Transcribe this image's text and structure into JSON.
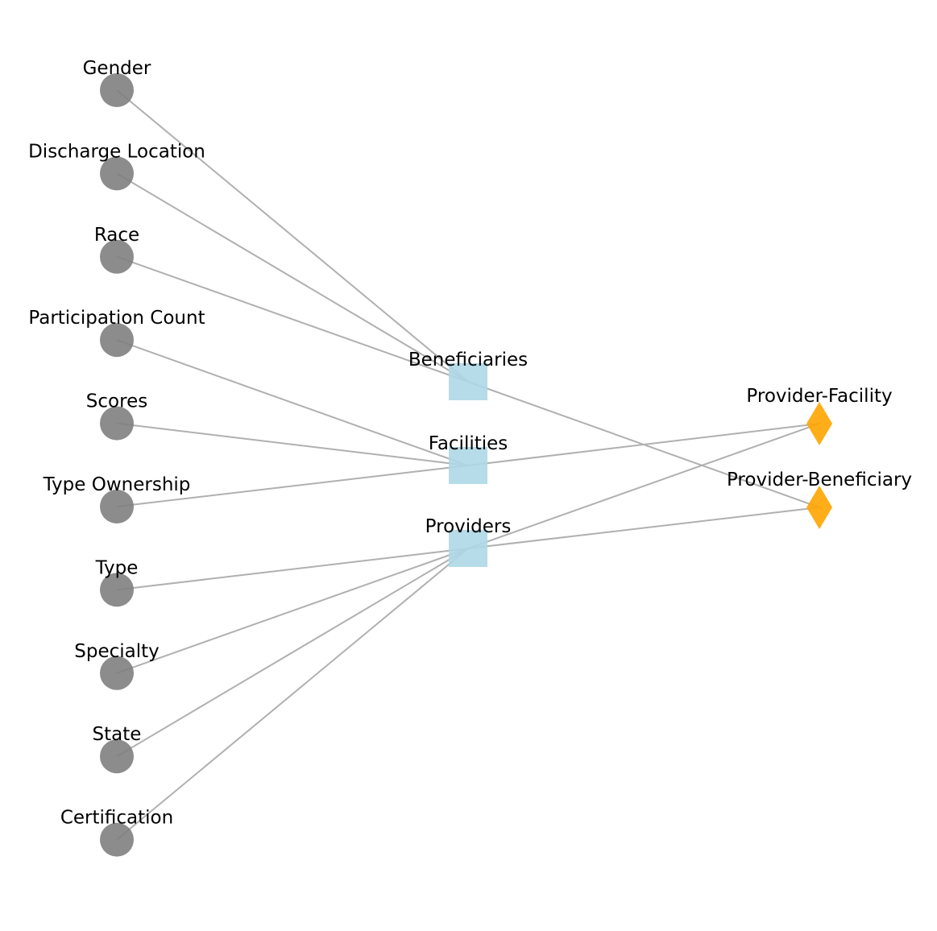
{
  "colors": {
    "attribute_node": "#808080",
    "entity_node": "#add8e6",
    "relation_node": "#ffa500",
    "edge": "#b0b0b0"
  },
  "nodes": {
    "attributes": [
      {
        "id": "gender",
        "label": "Gender",
        "shape": "circle"
      },
      {
        "id": "discharge-location",
        "label": "Discharge Location",
        "shape": "circle"
      },
      {
        "id": "race",
        "label": "Race",
        "shape": "circle"
      },
      {
        "id": "participation-count",
        "label": "Participation Count",
        "shape": "circle"
      },
      {
        "id": "scores",
        "label": "Scores",
        "shape": "circle"
      },
      {
        "id": "type-ownership",
        "label": "Type Ownership",
        "shape": "circle"
      },
      {
        "id": "type",
        "label": "Type",
        "shape": "circle"
      },
      {
        "id": "specialty",
        "label": "Specialty",
        "shape": "circle"
      },
      {
        "id": "state",
        "label": "State",
        "shape": "circle"
      },
      {
        "id": "certification",
        "label": "Certification",
        "shape": "circle"
      }
    ],
    "entities": [
      {
        "id": "beneficiaries",
        "label": "Beneficiaries",
        "shape": "square"
      },
      {
        "id": "facilities",
        "label": "Facilities",
        "shape": "square"
      },
      {
        "id": "providers",
        "label": "Providers",
        "shape": "square"
      }
    ],
    "relations": [
      {
        "id": "provider-facility",
        "label": "Provider-Facility",
        "shape": "diamond"
      },
      {
        "id": "provider-beneficiary",
        "label": "Provider-Beneficiary",
        "shape": "diamond"
      }
    ]
  },
  "edges": [
    {
      "from": "gender",
      "to": "beneficiaries"
    },
    {
      "from": "discharge-location",
      "to": "beneficiaries"
    },
    {
      "from": "race",
      "to": "beneficiaries"
    },
    {
      "from": "participation-count",
      "to": "facilities"
    },
    {
      "from": "scores",
      "to": "facilities"
    },
    {
      "from": "type-ownership",
      "to": "facilities"
    },
    {
      "from": "type",
      "to": "providers"
    },
    {
      "from": "specialty",
      "to": "providers"
    },
    {
      "from": "state",
      "to": "providers"
    },
    {
      "from": "certification",
      "to": "providers"
    },
    {
      "from": "providers",
      "to": "provider-facility"
    },
    {
      "from": "facilities",
      "to": "provider-facility"
    },
    {
      "from": "providers",
      "to": "provider-beneficiary"
    },
    {
      "from": "beneficiaries",
      "to": "provider-beneficiary"
    }
  ]
}
